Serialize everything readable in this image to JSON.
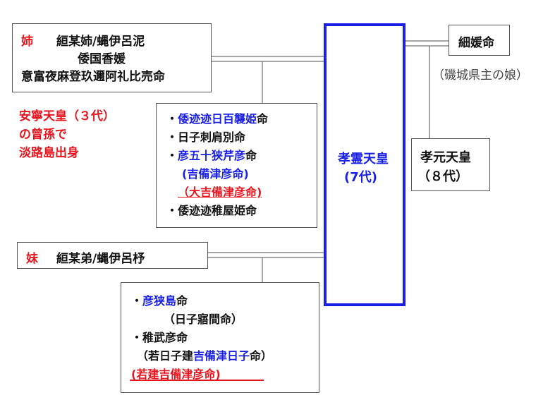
{
  "elder_sister": {
    "tag": "姉",
    "line1": "絙某姉/蝿伊呂泥",
    "line2": "倭国香媛",
    "line3": "意富夜麻登玖邇阿礼比売命"
  },
  "note": {
    "line1": "安寧天皇（３代）",
    "line2": "の曾孫で",
    "line3": "淡路島出身"
  },
  "elder_children": {
    "c1_bullet": "・",
    "c1_blue": "倭迹迹日百襲姫",
    "c1_tail": "命",
    "c2": "・日子刺肩別命",
    "c3_bullet": "・",
    "c3_blue": "彦五十狭芹彦",
    "c3_tail": "命",
    "c3_alias": "(吉備津彦命)",
    "c3_alias2": "（大吉備津彦命)",
    "c4": "・倭迹迹稚屋姫命"
  },
  "emperor7": {
    "name": "孝霊天皇",
    "gen": "(7代)"
  },
  "consort": {
    "name": "細媛命",
    "origin": "（磯城県主の娘）"
  },
  "emperor8": {
    "name": "孝元天皇",
    "gen": "（８代）"
  },
  "younger_sister": {
    "tag": "妹",
    "name": "絙某弟/蝿伊呂杼"
  },
  "younger_children": {
    "c1_bullet": "・",
    "c1_blue": "彦狭島",
    "c1_tail": "命",
    "c1_alias": "（日子寤間命）",
    "c2": "・稚武彦命",
    "c2_alias_a": "（若日子建",
    "c2_alias_blue": "吉備津日子",
    "c2_alias_b": "命）",
    "c2_alias2": "(若建吉備津彦命)"
  },
  "colors": {
    "red": "#e8141e",
    "blue": "#1a20e6",
    "emperor_border": "#1a20e6"
  }
}
